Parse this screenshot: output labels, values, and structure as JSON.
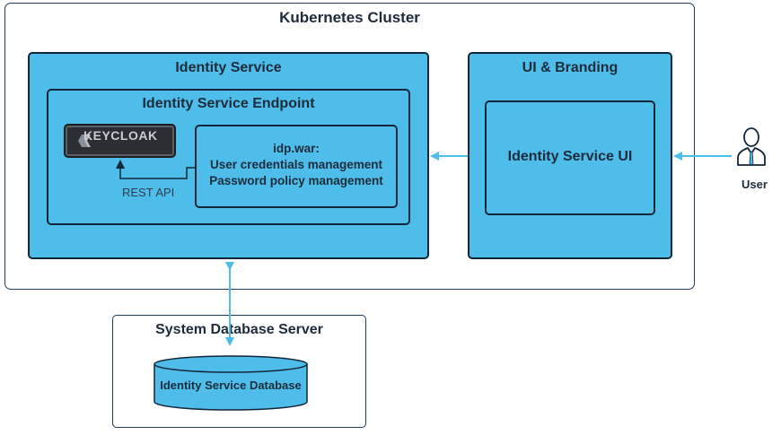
{
  "cluster": {
    "title": "Kubernetes Cluster"
  },
  "identity_service": {
    "title": "Identity Service",
    "endpoint": {
      "title": "Identity Service Endpoint",
      "keycloak_logo_text": "KEYCLOAK",
      "idp_war": {
        "line1": "idp.war:",
        "line2": "User credentials management",
        "line3": "Password policy management"
      },
      "rest_api_label": "REST API"
    }
  },
  "ui_branding": {
    "title": "UI & Branding",
    "ui_label": "Identity Service UI"
  },
  "user": {
    "label": "User"
  },
  "database_server": {
    "title": "System Database Server",
    "database_label": "Identity Service Database"
  },
  "colors": {
    "box_fill": "#4fbdea",
    "border_dark": "#12263a",
    "arrow": "#4fbdea",
    "connector_dark": "#12263a"
  },
  "icons": [
    "keycloak-logo-icon",
    "user-person-icon"
  ]
}
